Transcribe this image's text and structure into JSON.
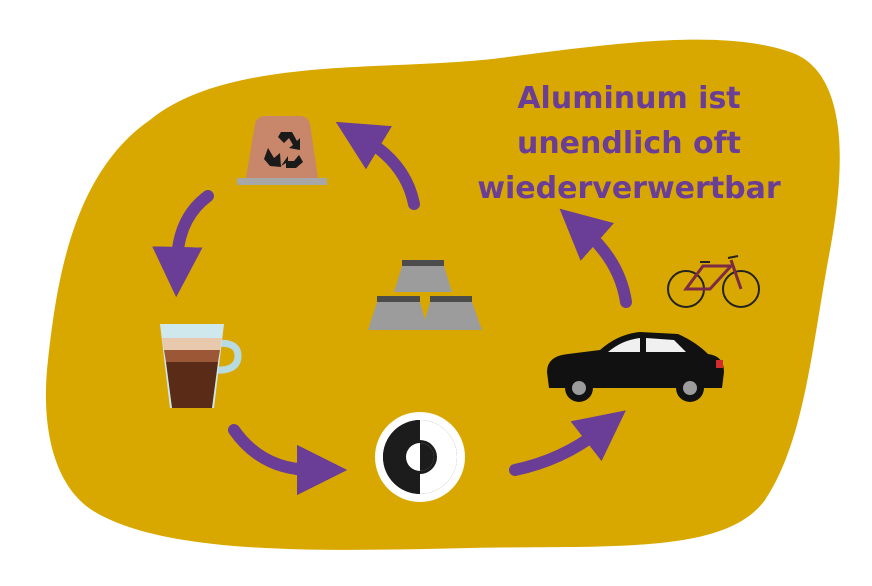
{
  "headline": {
    "lines": [
      "Aluminum ist",
      "unendlich oft",
      "wiederverwertbar"
    ]
  },
  "colors": {
    "background_blob": "#d9a800",
    "arrow": "#6a3d97",
    "headline_text": "#6a3d97",
    "capsule": "#c8866a",
    "aluminium_bars": "#9c9c9c",
    "car": "#111111",
    "bicycle_frame": "#7c2a46"
  },
  "icons": [
    "recycling-capsule-icon",
    "coffee-glass-icon",
    "green-dot-recycling-icon",
    "car-icon",
    "bicycle-icon",
    "aluminium-bars-icon",
    "cycle-arrow-icon"
  ]
}
